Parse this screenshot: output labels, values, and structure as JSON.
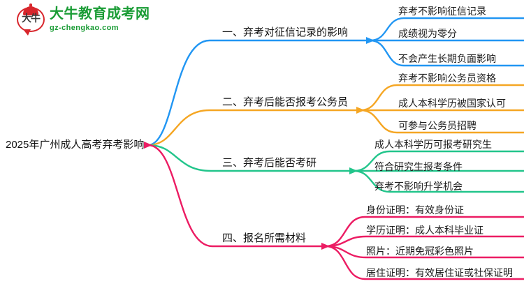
{
  "logo": {
    "mark_text": "大牛",
    "name_cn": "大牛教育成考网",
    "name_en": "gz-chengkao.com",
    "brand_green": "#1a9c35",
    "brand_red": "#d8262c"
  },
  "mindmap": {
    "root": "2025年广州成人高考弃考影响",
    "branches": [
      {
        "label": "一、弃考对征信记录的影响",
        "color": "#2196f3",
        "items": [
          "弃考不影响征信记录",
          "成绩视为零分",
          "不会产生长期负面影响"
        ]
      },
      {
        "label": "二、弃考后能否报考公务员",
        "color": "#f5a623",
        "items": [
          "弃考不影响公务员资格",
          "成人本科学历被国家认可",
          "可参与公务员招聘"
        ]
      },
      {
        "label": "三、弃考后能否考研",
        "color": "#22c58b",
        "items": [
          "成人本科学历可报考研究生",
          "符合研究生报考条件",
          "弃考不影响升学机会"
        ]
      },
      {
        "label": "四、报名所需材料",
        "color": "#ec1c63",
        "items": [
          "身份证明：有效身份证",
          "学历证明：成人本科毕业证",
          "照片：近期免冠彩色照片",
          "居住证明：有效居住证或社保证明"
        ]
      }
    ]
  }
}
